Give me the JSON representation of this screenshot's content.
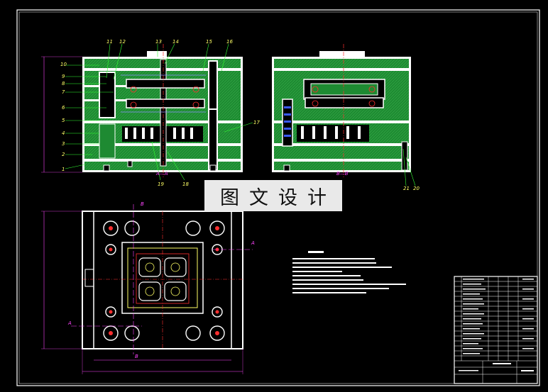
{
  "watermark": {
    "text": "图文设计"
  },
  "front_view": {
    "part_labels_top": [
      "11",
      "12",
      "13",
      "14",
      "15",
      "16"
    ],
    "part_labels_left": [
      "10",
      "9",
      "8",
      "7",
      "6",
      "5",
      "4",
      "3",
      "2",
      "1"
    ],
    "part_label_right": "17",
    "part_labels_bottom": [
      "19",
      "18"
    ],
    "section_label": "A—A"
  },
  "side_view": {
    "section_label": "B—B",
    "part_labels_bottom": [
      "21",
      "20"
    ]
  },
  "plan_view": {
    "section_markers": [
      "A",
      "A",
      "B",
      "B"
    ]
  },
  "colors": {
    "background": "#000000",
    "plate_fill": "#1e8a32",
    "outline": "#ffffff",
    "leader": "#33ff33",
    "centerline": "#ff3030",
    "label": "#ffff66",
    "dimension": "#ff44ff"
  }
}
